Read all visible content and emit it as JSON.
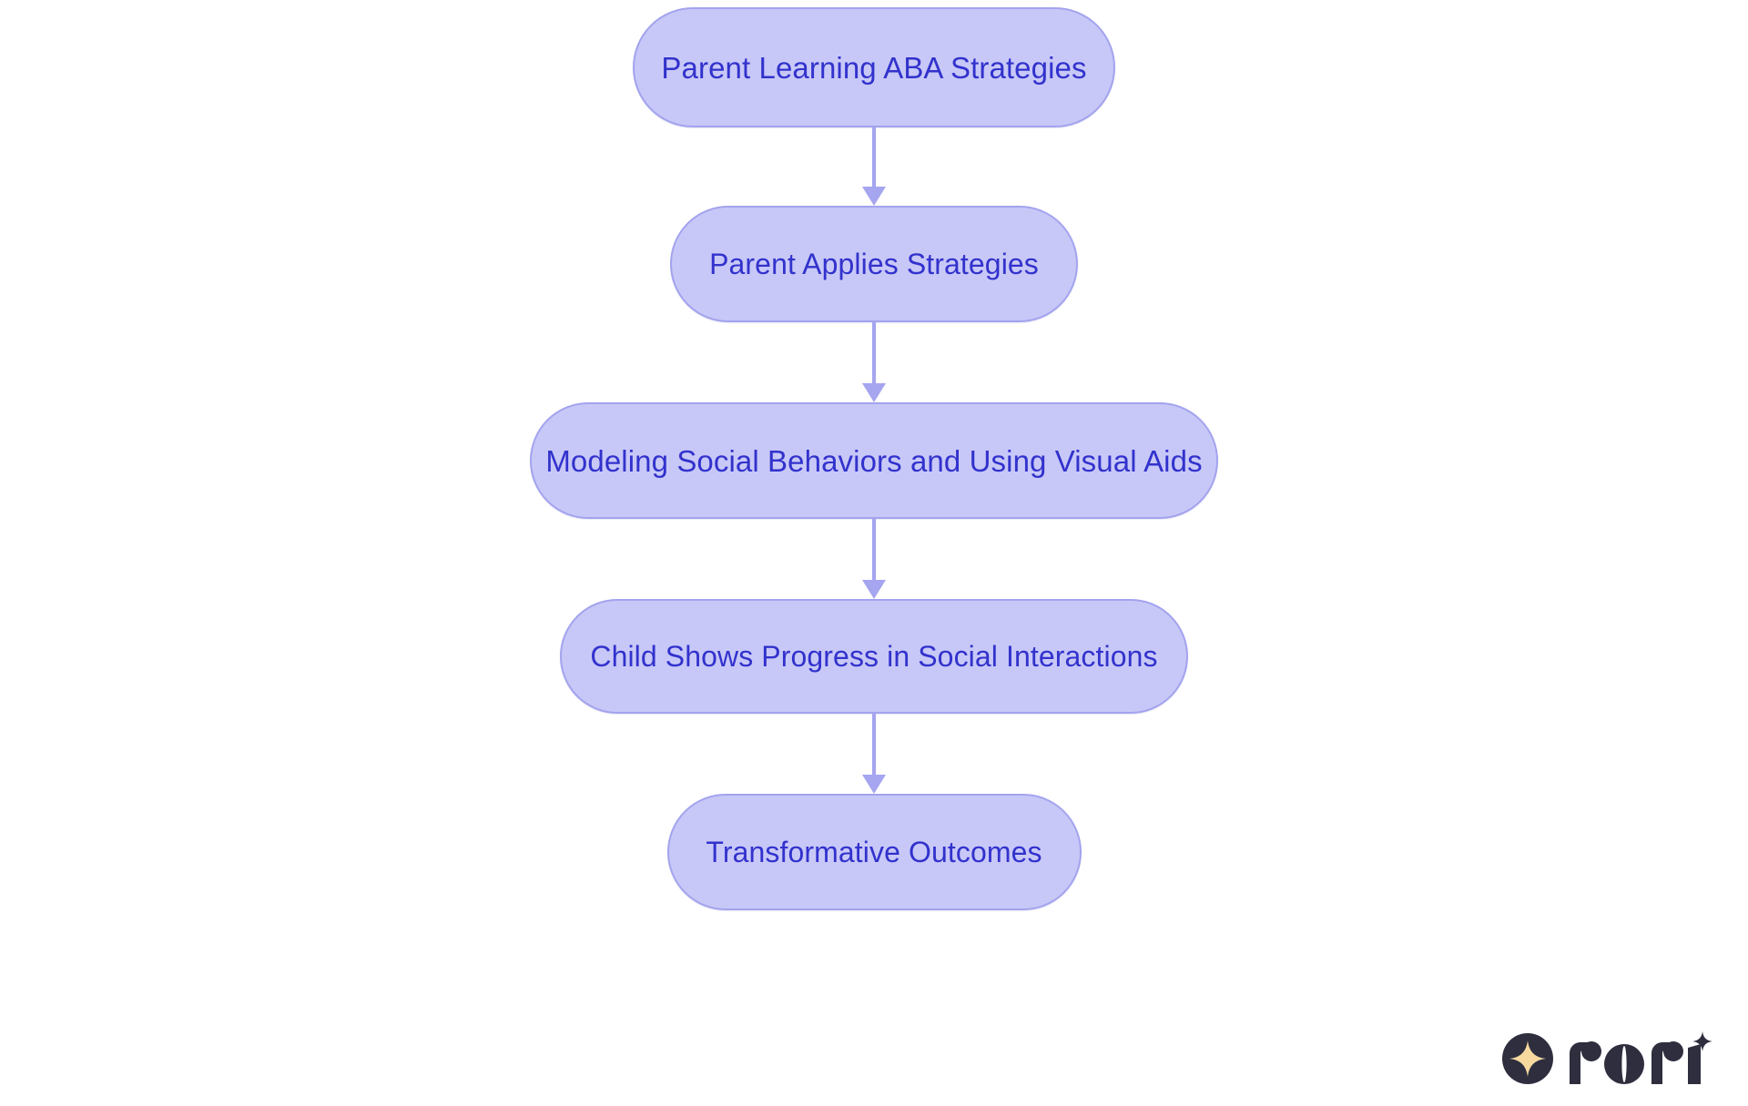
{
  "diagram": {
    "type": "flowchart",
    "orientation": "top-to-bottom",
    "title": "",
    "background_color": "#ffffff",
    "node_fill_color": "#c8c8f8",
    "node_border_color": "#a3a3ee",
    "node_text_color": "#3232cd",
    "connector_color": "#a5a5f0",
    "nodes": [
      {
        "id": "n1",
        "label": "Parent Learning ABA Strategies"
      },
      {
        "id": "n2",
        "label": "Parent Applies Strategies"
      },
      {
        "id": "n3",
        "label": "Modeling Social Behaviors and Using Visual Aids"
      },
      {
        "id": "n4",
        "label": "Child Shows Progress in Social Interactions"
      },
      {
        "id": "n5",
        "label": "Transformative Outcomes"
      }
    ],
    "edges": [
      {
        "from": "n1",
        "to": "n2",
        "label": ""
      },
      {
        "from": "n2",
        "to": "n3",
        "label": ""
      },
      {
        "from": "n3",
        "to": "n4",
        "label": ""
      },
      {
        "from": "n4",
        "to": "n5",
        "label": ""
      }
    ]
  },
  "branding": {
    "wordmark": "rori",
    "mark_circle_color": "#2e2e3f",
    "mark_star_color": "#f7d9a0",
    "wordmark_color": "#2e2e3f"
  }
}
